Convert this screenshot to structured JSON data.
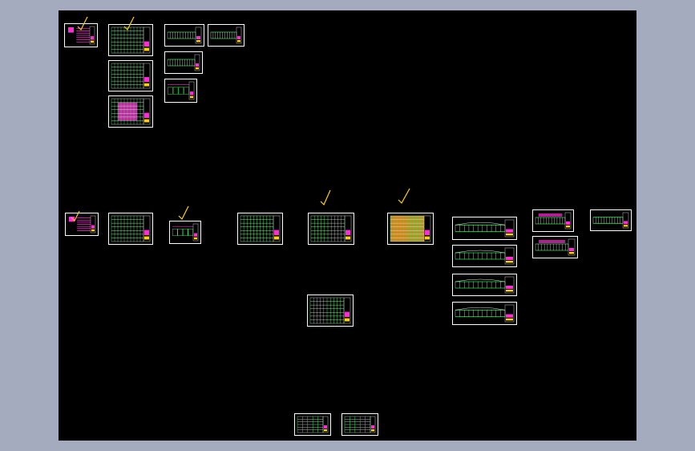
{
  "app": {
    "title": "",
    "viewport_background": "#a4abbe",
    "drawing_background": "#000000"
  },
  "colors": {
    "sheet_border": "#ffffff",
    "line_green": "#27e04a",
    "line_white": "#e8e8e8",
    "accent_magenta": "#ff2bd6",
    "accent_yellow": "#ffd200",
    "fill_orange": "#c98a1e",
    "check_mark": "#ffd200"
  },
  "sheets": [
    {
      "id": "legend-1",
      "style": "legend"
    },
    {
      "id": "plan-grid-1",
      "style": "plan"
    },
    {
      "id": "plan-grid-2",
      "style": "plan"
    },
    {
      "id": "plan-grid-3",
      "style": "plan-magenta"
    },
    {
      "id": "elevation-1",
      "style": "elevation"
    },
    {
      "id": "elevation-2",
      "style": "elevation"
    },
    {
      "id": "elevation-3",
      "style": "elevation"
    },
    {
      "id": "detail-1",
      "style": "detail"
    },
    {
      "id": "legend-2",
      "style": "legend"
    },
    {
      "id": "plan-grid-4",
      "style": "plan"
    },
    {
      "id": "detail-2",
      "style": "detail"
    },
    {
      "id": "plan-grid-5",
      "style": "plan"
    },
    {
      "id": "plan-grid-6",
      "style": "plan"
    },
    {
      "id": "plan-grid-7",
      "style": "plan-orange"
    },
    {
      "id": "plan-grid-8",
      "style": "plan"
    },
    {
      "id": "section-1",
      "style": "section"
    },
    {
      "id": "section-2",
      "style": "section"
    },
    {
      "id": "section-3",
      "style": "section"
    },
    {
      "id": "section-4",
      "style": "section"
    },
    {
      "id": "elevation-4",
      "style": "elevation-magenta"
    },
    {
      "id": "elevation-5",
      "style": "elevation-magenta"
    },
    {
      "id": "elevation-6",
      "style": "elevation"
    },
    {
      "id": "table-1",
      "style": "table"
    },
    {
      "id": "table-2",
      "style": "table"
    }
  ],
  "check_marks": [
    "check-1",
    "check-2",
    "check-3",
    "check-4",
    "check-5",
    "check-6",
    "check-7"
  ]
}
